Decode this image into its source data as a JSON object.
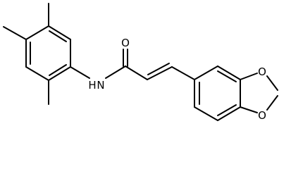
{
  "molecule": {
    "atom_labels": {
      "amide_nitrogen": "N",
      "amide_hydrogen": "H",
      "carbonyl_oxygen": "O",
      "dioxole_oxygen_upper": "O",
      "dioxole_oxygen_lower": "O"
    }
  },
  "colors": {
    "bond": "#000000",
    "background": "#ffffff"
  }
}
